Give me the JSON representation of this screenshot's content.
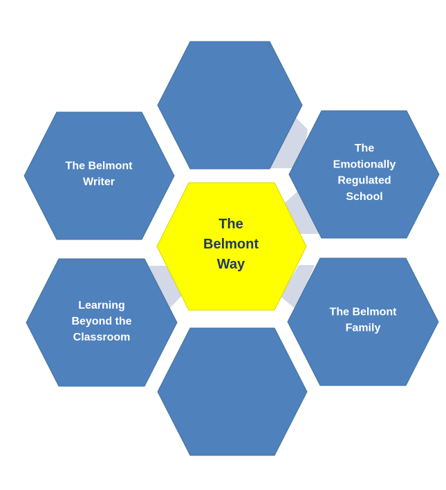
{
  "diagram": {
    "center": {
      "lines": [
        "The",
        "Belmont",
        "Way"
      ]
    },
    "top": {
      "lines": []
    },
    "upper_left": {
      "lines": [
        "The Belmont",
        "Writer"
      ]
    },
    "upper_right": {
      "lines": [
        "The",
        "Emotionally",
        "Regulated",
        "School"
      ]
    },
    "lower_left": {
      "lines": [
        "Learning",
        "Beyond the",
        "Classroom"
      ]
    },
    "lower_right": {
      "lines": [
        "The Belmont",
        "Family"
      ]
    },
    "bottom": {
      "lines": []
    }
  },
  "colors": {
    "outer_hex_fill": "#4f81bd",
    "outer_hex_stroke": "#41719c",
    "center_hex_fill": "#ffff00",
    "center_hex_stroke": "#d6d600",
    "outer_text": "#ffffff",
    "center_text": "#1f3864",
    "connector": "#d3d8e6"
  }
}
